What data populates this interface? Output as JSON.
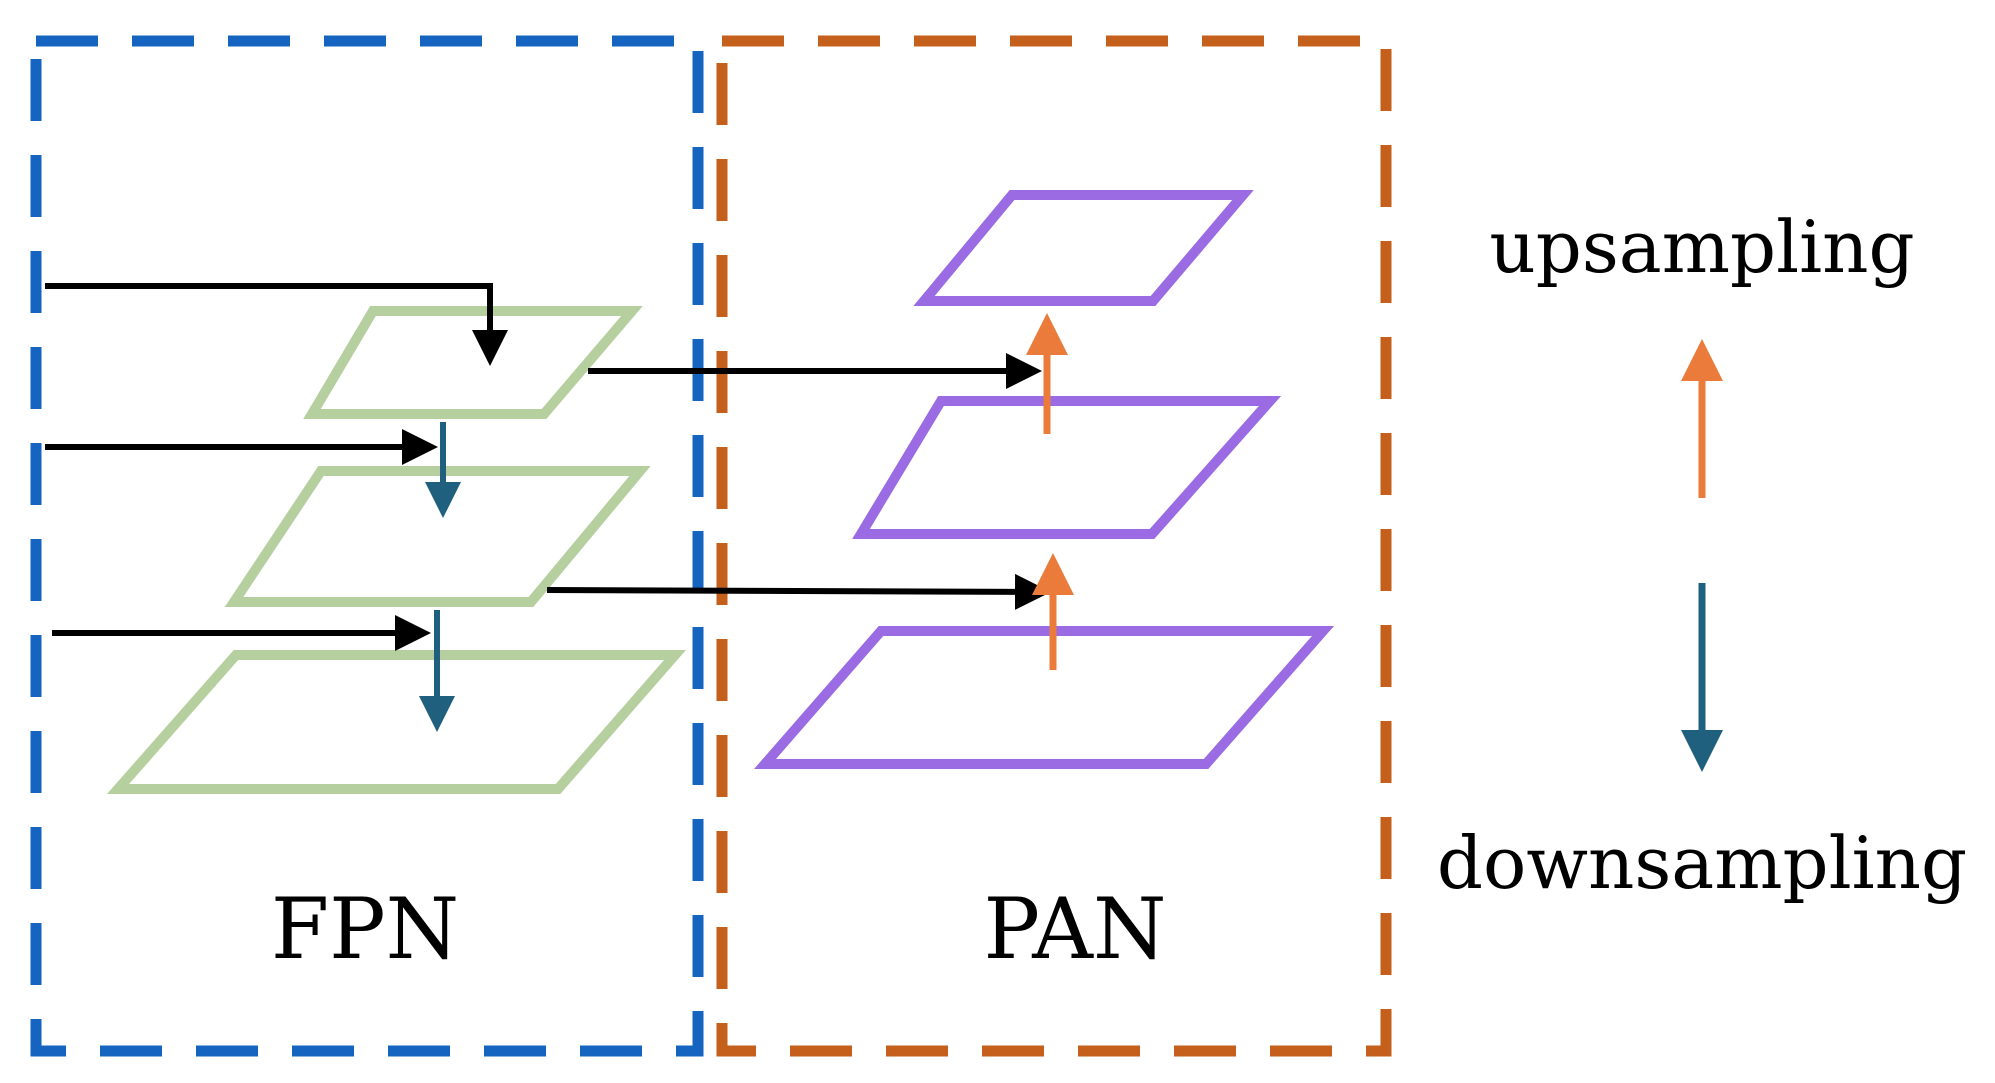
{
  "fpn": {
    "label": "FPN",
    "border_color": "#1565c0",
    "layer_color": "#b5cf9e"
  },
  "pan": {
    "label": "PAN",
    "border_color": "#c45f1c",
    "layer_color": "#9b6be3"
  },
  "legend": {
    "upsampling_label": "upsampling",
    "upsampling_color": "#ea7b3a",
    "downsampling_label": "downsampling",
    "downsampling_color": "#1e607e"
  },
  "lateral_arrow_color": "#000000"
}
